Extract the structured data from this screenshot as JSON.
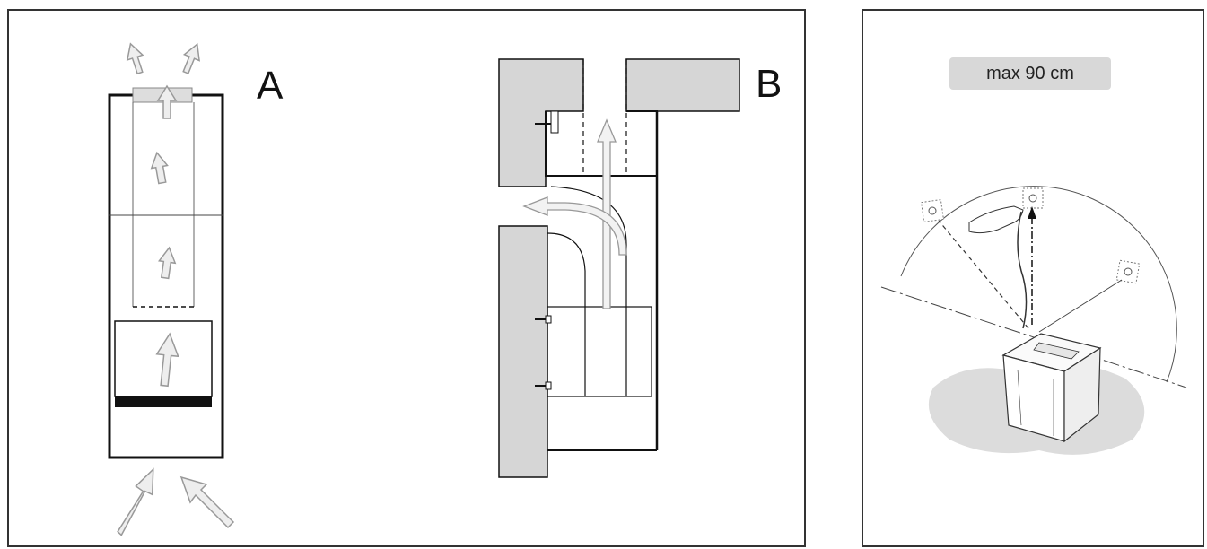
{
  "diagram_a": {
    "label": "A"
  },
  "diagram_b": {
    "label": "B"
  },
  "install": {
    "max_height_label": "max 90 cm"
  }
}
